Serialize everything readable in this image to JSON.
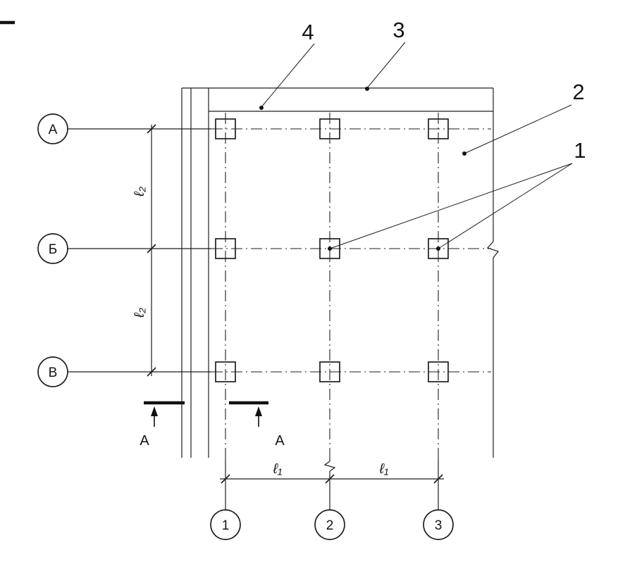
{
  "drawing": {
    "type": "structural-column-grid-plan",
    "row_axes": [
      {
        "label": "А"
      },
      {
        "label": "Б"
      },
      {
        "label": "В"
      }
    ],
    "col_axes": [
      {
        "label": "1"
      },
      {
        "label": "2"
      },
      {
        "label": "3"
      }
    ],
    "callouts": {
      "one": "1",
      "two": "2",
      "three": "3",
      "four": "4"
    },
    "dims": {
      "l1": "ℓ₁",
      "l2": "ℓ₂"
    },
    "section_label": "А",
    "ink_color": "#1e1e1e"
  }
}
